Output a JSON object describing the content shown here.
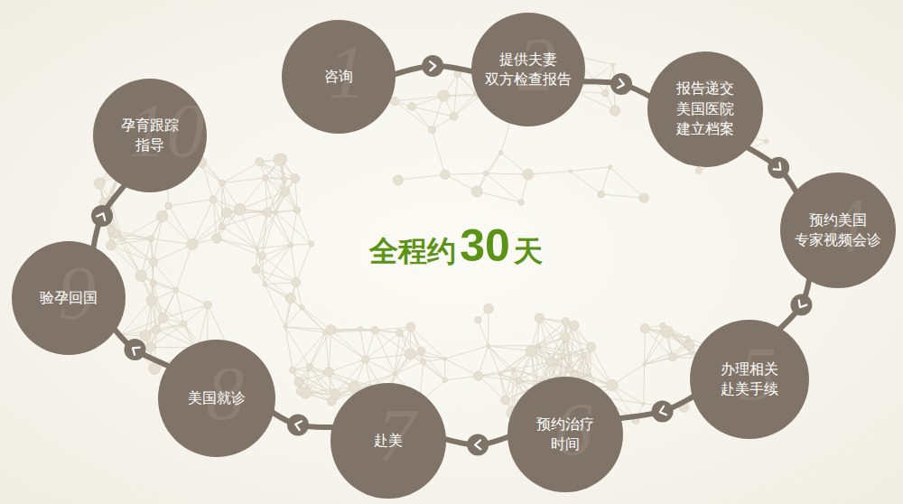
{
  "diagram": {
    "nodes": [
      {
        "text": [
          "咨询",
          "1"
        ]
      },
      {
        "text": [
          "提供夫妻 双方检查报告",
          "2"
        ]
      },
      {
        "text": [
          "报告递交 美国医院 建立档案",
          "3"
        ]
      },
      {
        "text": [
          "预约美国 专家视频会诊",
          "4"
        ]
      },
      {
        "text": [
          "办理相关 赴美手续",
          "5"
        ]
      },
      {
        "text": [
          "预约治疗 时间",
          "6"
        ]
      },
      {
        "text": [
          "赴美",
          "7"
        ]
      },
      {
        "text": [
          "美国就诊",
          "8"
        ]
      },
      {
        "text": [
          "验孕回国",
          "9"
        ]
      },
      {
        "text": [
          "孕育跟踪 指导",
          "10"
        ]
      }
    ],
    "edges": [
      {
        "from": 0,
        "to": 1,
        "arrow": "to"
      },
      {
        "from": 1,
        "to": 2,
        "arrow": "to"
      },
      {
        "from": 2,
        "to": 3,
        "arrow": "to"
      },
      {
        "from": 3,
        "to": 4,
        "arrow": "to"
      },
      {
        "from": 4,
        "to": 5,
        "arrow": "to"
      },
      {
        "from": 5,
        "to": 6,
        "arrow": "to"
      },
      {
        "from": 6,
        "to": 7,
        "arrow": "to"
      },
      {
        "from": 7,
        "to": 8,
        "arrow": "to"
      },
      {
        "from": 8,
        "to": 9,
        "arrow": "to"
      }
    ],
    "labels": [
      "全程约30天"
    ]
  }
}
